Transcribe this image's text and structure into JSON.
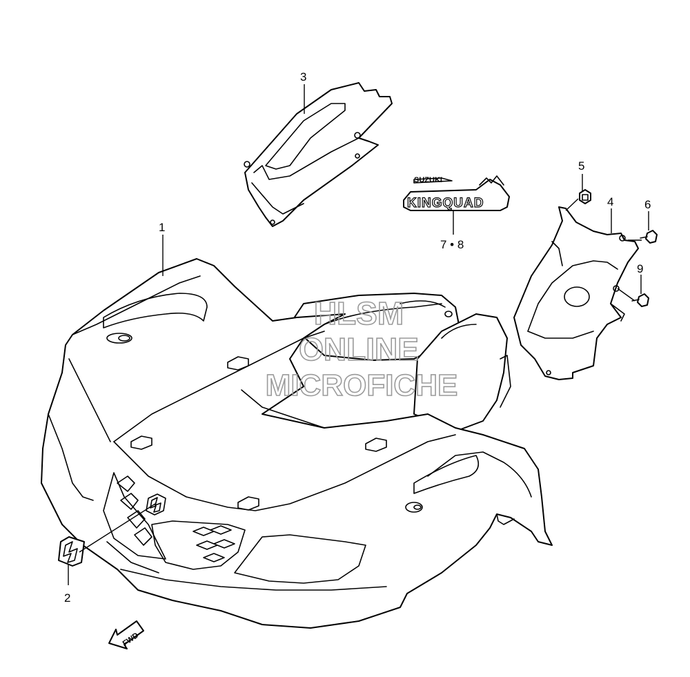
{
  "callouts": {
    "c1": "1",
    "c2": "2",
    "c3": "3",
    "c4": "4",
    "c5": "5",
    "c6": "6",
    "c78": "7 • 8",
    "c9": "9"
  },
  "watermark": {
    "line1": "HLSM",
    "line2": "ONLINE",
    "line3": "MICROFICHE"
  },
  "decal": {
    "text": "KINGQUAD",
    "small": "SUZUKI"
  },
  "direction_arrow": {
    "label": "FWD"
  }
}
